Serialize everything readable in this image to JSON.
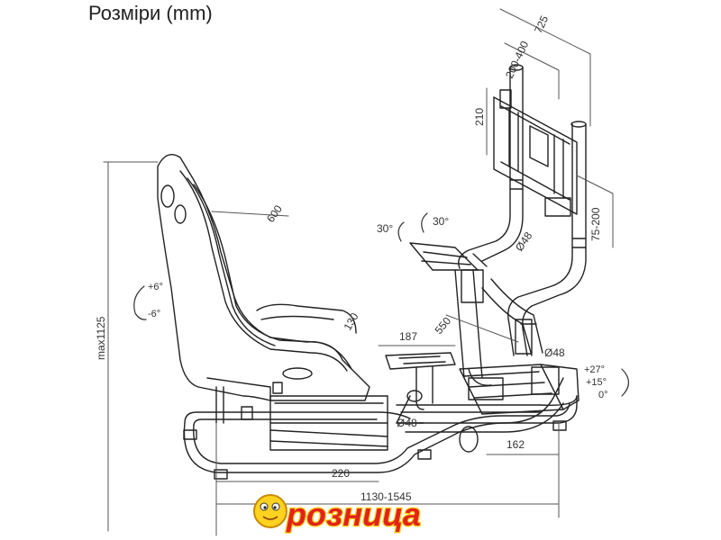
{
  "title": "Розміри (mm)",
  "dimensions": {
    "d600": "600",
    "d550": "550",
    "d187": "187",
    "d130": "130",
    "d220": "220",
    "d162": "162",
    "d1130_1545": "1130-1545",
    "max1125": "max1125",
    "d725": "725",
    "d200_400": "200-400",
    "d210": "210",
    "d75_200": "75-200",
    "phi48_a": "Ø48",
    "phi48_b": "Ø48",
    "phi48_c": "Ø48",
    "angle30_left": "30°",
    "angle30_right": "30°",
    "seat_plus6": "+6°",
    "seat_minus6": "-6°",
    "pedal_plus27": "+27°",
    "pedal_plus15": "+15°",
    "pedal_0": "0°"
  },
  "logo": {
    "text": "розница"
  },
  "colors": {
    "line": "#222222",
    "logo_red": "#e2231a",
    "logo_yellow": "#ffd21f"
  }
}
